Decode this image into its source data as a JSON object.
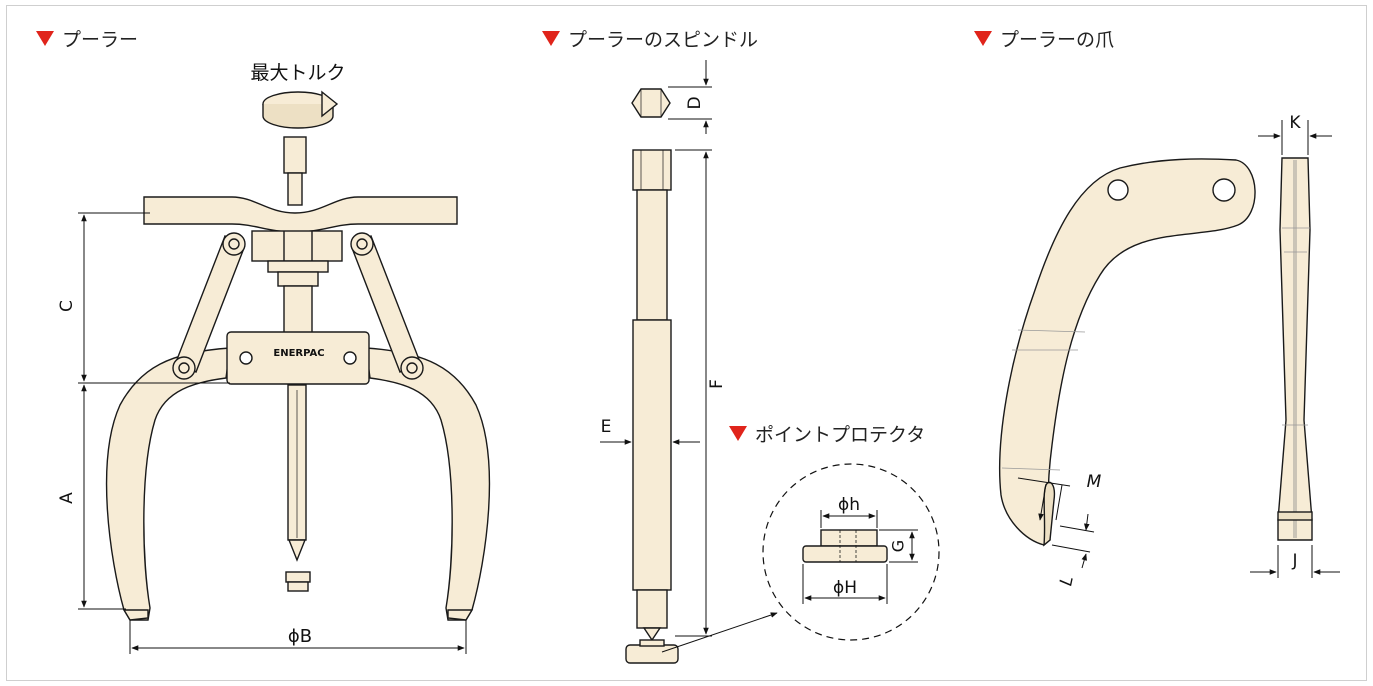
{
  "headers": {
    "puller": "プーラー",
    "spindle": "プーラーのスピンドル",
    "jaw": "プーラーの爪",
    "point_protector": "ポイントプロテクタ"
  },
  "labels": {
    "max_torque": "最大トルク",
    "brand": "ENERPAC",
    "dim_A": "A",
    "dim_B": "ϕB",
    "dim_C": "C",
    "dim_D": "D",
    "dim_E": "E",
    "dim_F": "F",
    "dim_G": "G",
    "dim_h": "ϕh",
    "dim_H": "ϕH",
    "dim_J": "J",
    "dim_K": "K",
    "dim_L": "L",
    "dim_M": "M"
  },
  "colors": {
    "header_marker": "#e0241b",
    "part_fill": "#f7ecd6",
    "outline": "#1a1a1a"
  }
}
